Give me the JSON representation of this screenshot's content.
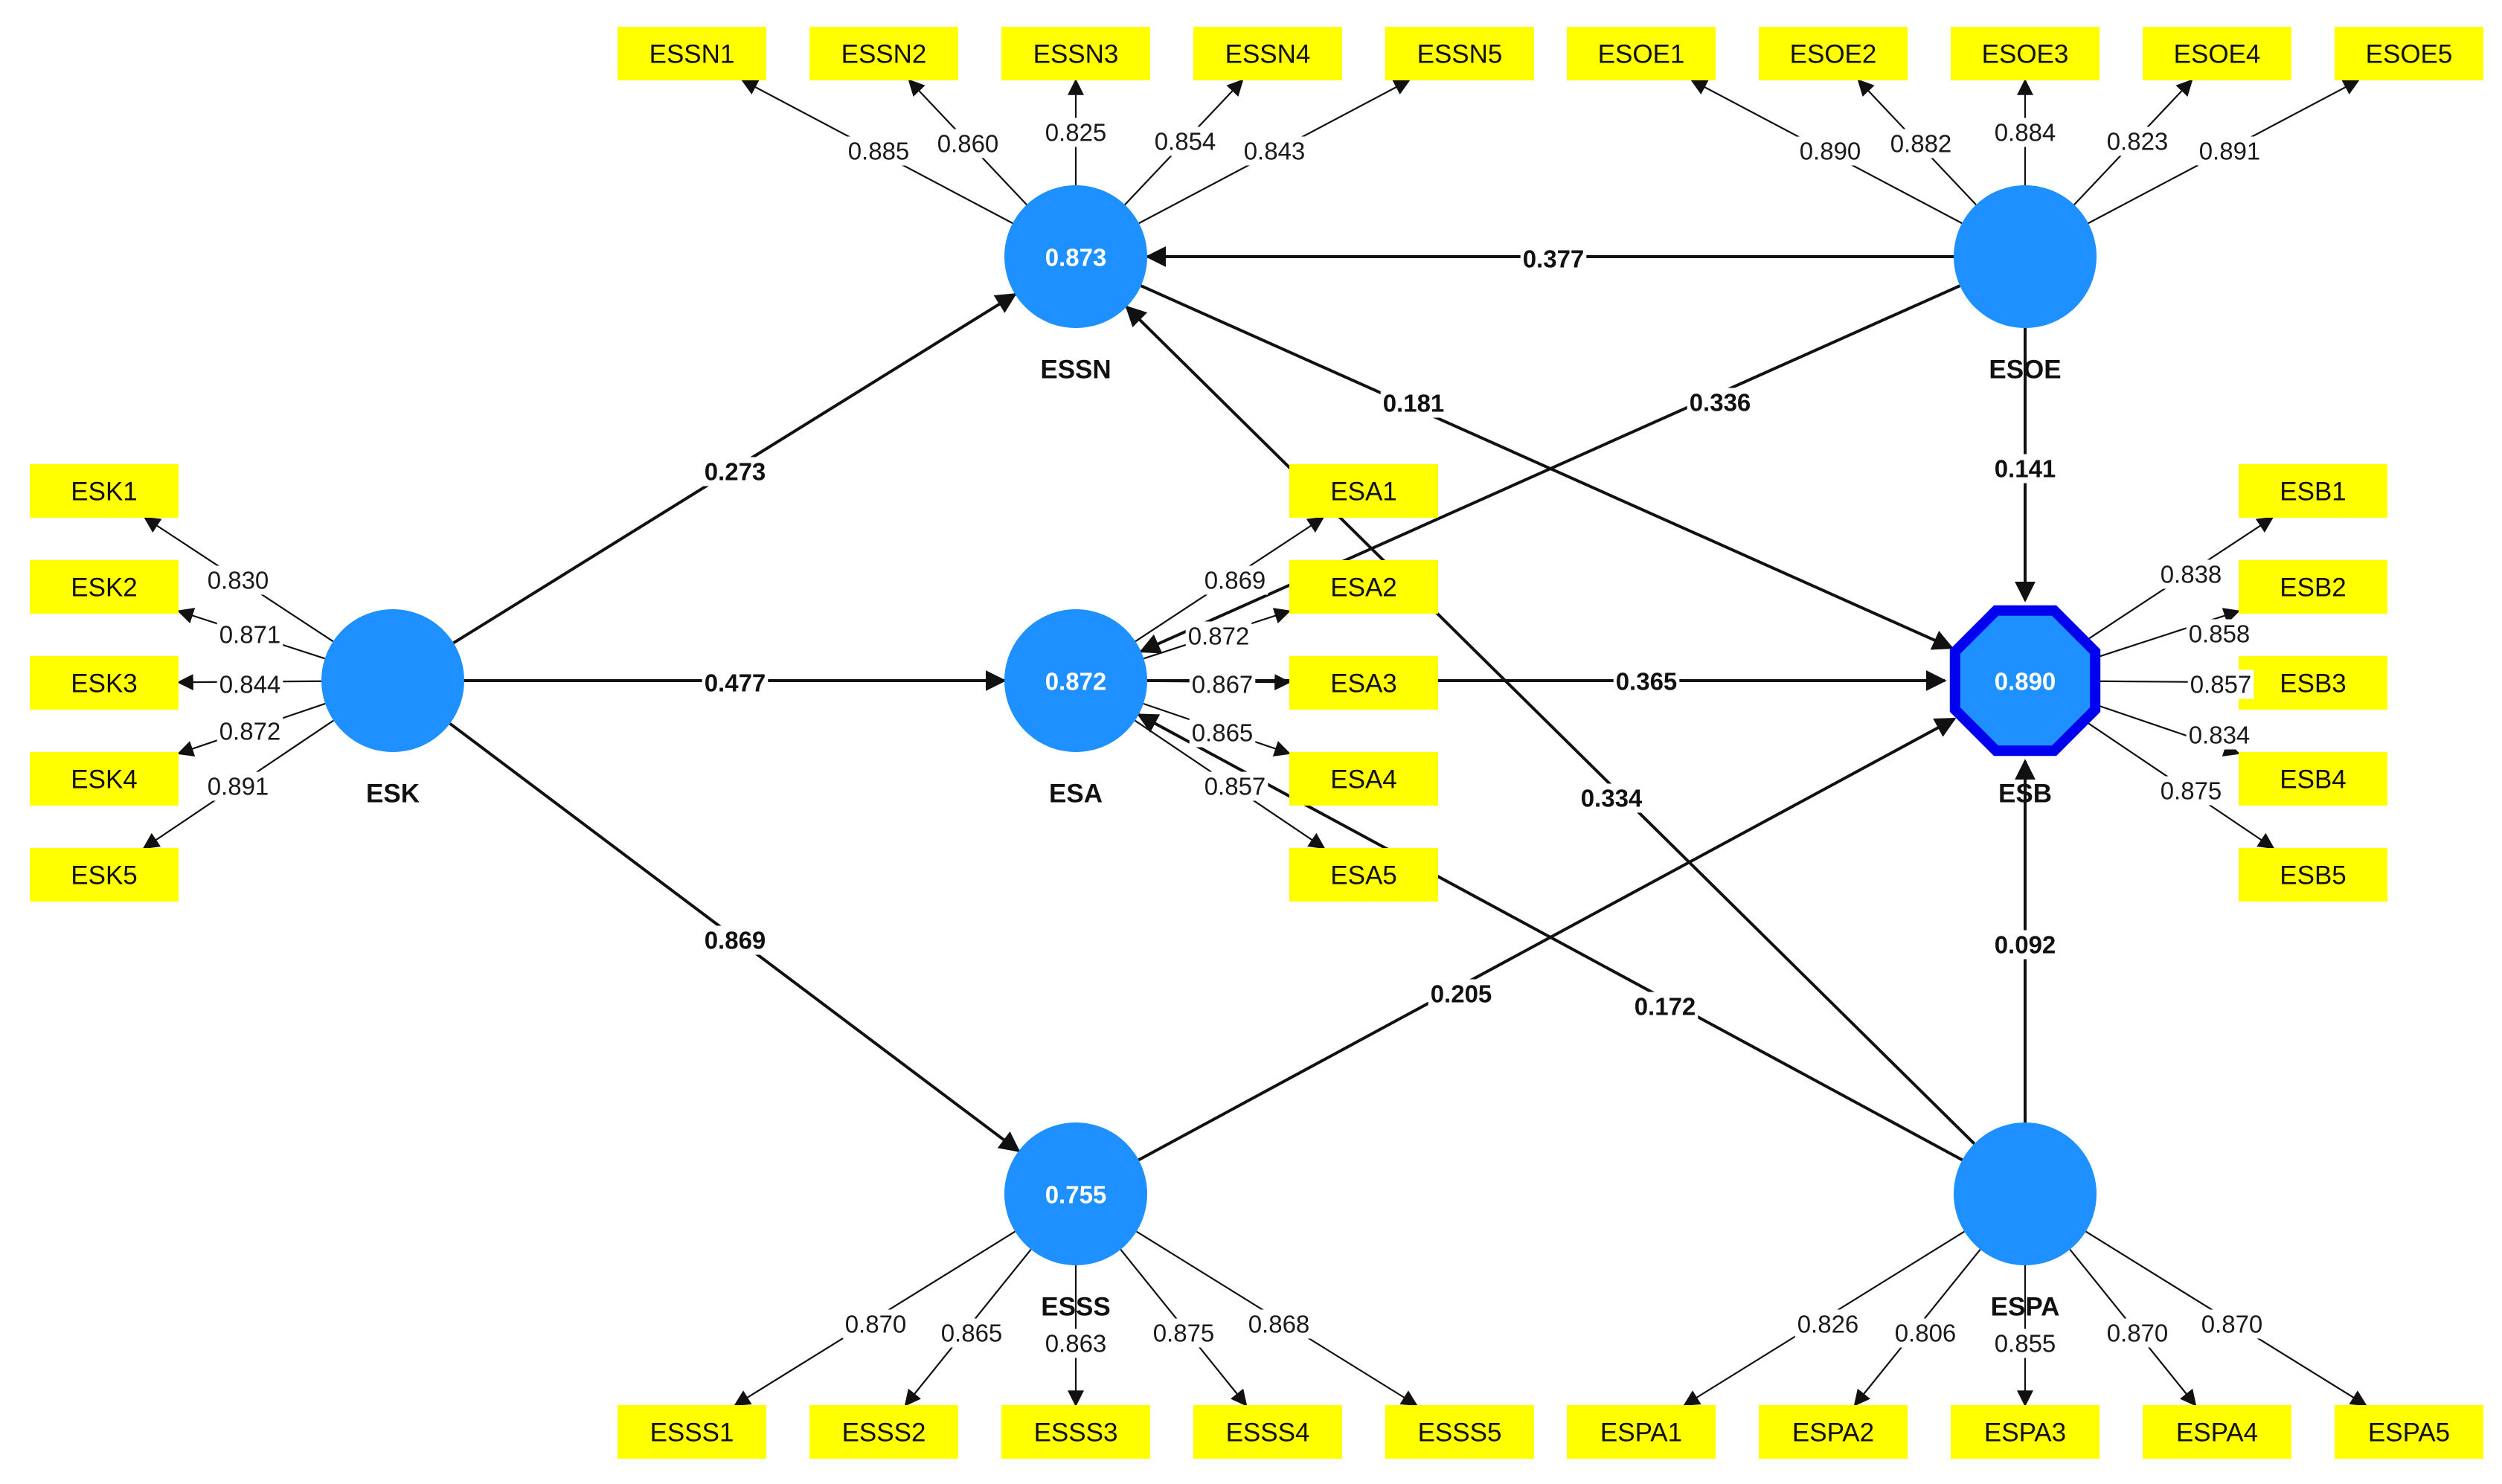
{
  "colors": {
    "construct_fill": "#1e90ff",
    "indicator_fill": "#ffff00",
    "endogenous_outline": "#0000ee",
    "line": "#111111",
    "background": "#ffffff"
  },
  "constructs": [
    {
      "id": "ESK",
      "label": "ESK",
      "r2": "",
      "shape": "circle"
    },
    {
      "id": "ESSN",
      "label": "ESSN",
      "r2": "0.873",
      "shape": "circle"
    },
    {
      "id": "ESA",
      "label": "ESA",
      "r2": "0.872",
      "shape": "circle"
    },
    {
      "id": "ESSS",
      "label": "ESSS",
      "r2": "0.755",
      "shape": "circle"
    },
    {
      "id": "ESOE",
      "label": "ESOE",
      "r2": "",
      "shape": "circle"
    },
    {
      "id": "ESB",
      "label": "ESB",
      "r2": "0.890",
      "shape": "octagon"
    },
    {
      "id": "ESPA",
      "label": "ESPA",
      "r2": "",
      "shape": "circle"
    }
  ],
  "indicators": [
    {
      "id": "ESK1",
      "construct": "ESK",
      "loading": "0.830"
    },
    {
      "id": "ESK2",
      "construct": "ESK",
      "loading": "0.871"
    },
    {
      "id": "ESK3",
      "construct": "ESK",
      "loading": "0.844"
    },
    {
      "id": "ESK4",
      "construct": "ESK",
      "loading": "0.872"
    },
    {
      "id": "ESK5",
      "construct": "ESK",
      "loading": "0.891"
    },
    {
      "id": "ESSN1",
      "construct": "ESSN",
      "loading": "0.885"
    },
    {
      "id": "ESSN2",
      "construct": "ESSN",
      "loading": "0.860"
    },
    {
      "id": "ESSN3",
      "construct": "ESSN",
      "loading": "0.825"
    },
    {
      "id": "ESSN4",
      "construct": "ESSN",
      "loading": "0.854"
    },
    {
      "id": "ESSN5",
      "construct": "ESSN",
      "loading": "0.843"
    },
    {
      "id": "ESOE1",
      "construct": "ESOE",
      "loading": "0.890"
    },
    {
      "id": "ESOE2",
      "construct": "ESOE",
      "loading": "0.882"
    },
    {
      "id": "ESOE3",
      "construct": "ESOE",
      "loading": "0.884"
    },
    {
      "id": "ESOE4",
      "construct": "ESOE",
      "loading": "0.823"
    },
    {
      "id": "ESOE5",
      "construct": "ESOE",
      "loading": "0.891"
    },
    {
      "id": "ESA1",
      "construct": "ESA",
      "loading": "0.869"
    },
    {
      "id": "ESA2",
      "construct": "ESA",
      "loading": "0.872"
    },
    {
      "id": "ESA3",
      "construct": "ESA",
      "loading": "0.867"
    },
    {
      "id": "ESA4",
      "construct": "ESA",
      "loading": "0.865"
    },
    {
      "id": "ESA5",
      "construct": "ESA",
      "loading": "0.857"
    },
    {
      "id": "ESB1",
      "construct": "ESB",
      "loading": "0.838"
    },
    {
      "id": "ESB2",
      "construct": "ESB",
      "loading": "0.858"
    },
    {
      "id": "ESB3",
      "construct": "ESB",
      "loading": "0.857"
    },
    {
      "id": "ESB4",
      "construct": "ESB",
      "loading": "0.834"
    },
    {
      "id": "ESB5",
      "construct": "ESB",
      "loading": "0.875"
    },
    {
      "id": "ESSS1",
      "construct": "ESSS",
      "loading": "0.870"
    },
    {
      "id": "ESSS2",
      "construct": "ESSS",
      "loading": "0.865"
    },
    {
      "id": "ESSS3",
      "construct": "ESSS",
      "loading": "0.863"
    },
    {
      "id": "ESSS4",
      "construct": "ESSS",
      "loading": "0.875"
    },
    {
      "id": "ESSS5",
      "construct": "ESSS",
      "loading": "0.868"
    },
    {
      "id": "ESPA1",
      "construct": "ESPA",
      "loading": "0.826"
    },
    {
      "id": "ESPA2",
      "construct": "ESPA",
      "loading": "0.806"
    },
    {
      "id": "ESPA3",
      "construct": "ESPA",
      "loading": "0.855"
    },
    {
      "id": "ESPA4",
      "construct": "ESPA",
      "loading": "0.870"
    },
    {
      "id": "ESPA5",
      "construct": "ESPA",
      "loading": "0.870"
    }
  ],
  "paths": [
    {
      "from": "ESK",
      "to": "ESSN",
      "coef": "0.273"
    },
    {
      "from": "ESK",
      "to": "ESA",
      "coef": "0.477"
    },
    {
      "from": "ESK",
      "to": "ESSS",
      "coef": "0.869"
    },
    {
      "from": "ESOE",
      "to": "ESSN",
      "coef": "0.377"
    },
    {
      "from": "ESOE",
      "to": "ESA",
      "coef": "0.336"
    },
    {
      "from": "ESOE",
      "to": "ESB",
      "coef": "0.141"
    },
    {
      "from": "ESSN",
      "to": "ESB",
      "coef": "0.181"
    },
    {
      "from": "ESA",
      "to": "ESB",
      "coef": "0.365"
    },
    {
      "from": "ESSS",
      "to": "ESB",
      "coef": "0.205"
    },
    {
      "from": "ESPA",
      "to": "ESSN",
      "coef": "0.334"
    },
    {
      "from": "ESPA",
      "to": "ESA",
      "coef": "0.172"
    },
    {
      "from": "ESPA",
      "to": "ESB",
      "coef": "0.092"
    }
  ]
}
